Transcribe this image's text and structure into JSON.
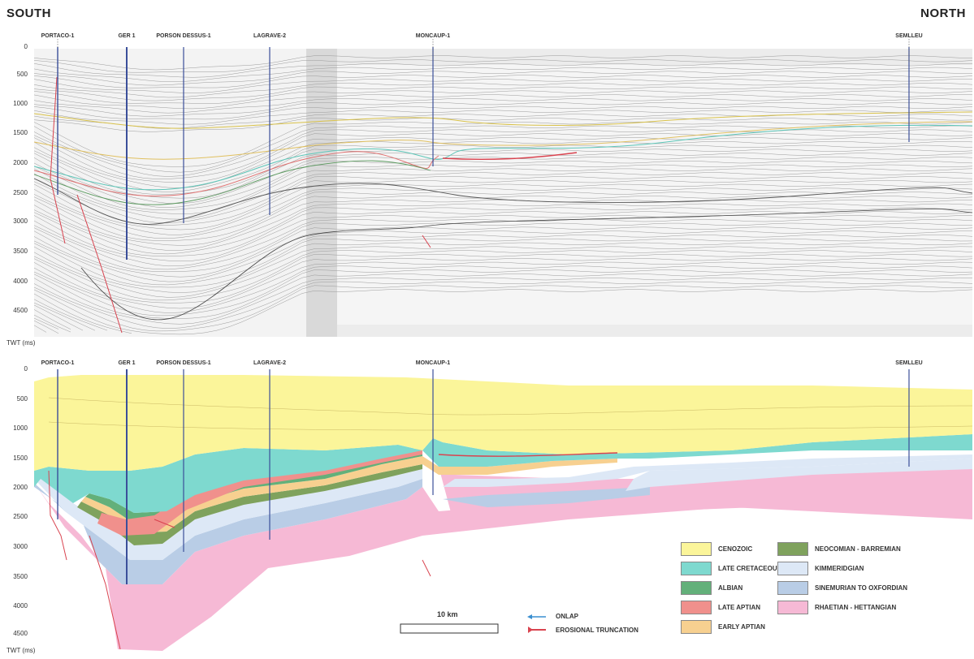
{
  "titles": {
    "left": "SOUTH",
    "right": "NORTH"
  },
  "wells": [
    "PORTACO-1",
    "GER 1",
    "PORSON DESSUS-1",
    "LAGRAVE-2",
    "MONCAUP-1",
    "SEMLLEU"
  ],
  "top_wells": [
    "PORTACO-1",
    "GER 1",
    "PORSON DESSUS-1",
    "LAGRAVE-2",
    "MONCAUP-1",
    "SEMLLEU"
  ],
  "top_ticks": [
    "0",
    "500",
    "1000",
    "1500",
    "2000",
    "2500",
    "3000",
    "3500",
    "4000",
    "4500"
  ],
  "bottom_ticks": [
    "0",
    "500",
    "1000",
    "1500",
    "2000",
    "2500",
    "3000",
    "3500",
    "4000",
    "4500"
  ],
  "axis_label_top": "TWT (ms)",
  "axis_label_bottom": "TWT (ms)",
  "scale_label": "10 km",
  "symbols": {
    "onlap": "ONLAP",
    "truncation": "EROSIONAL TRUNCATION"
  },
  "legend": [
    {
      "label": "CENOZOIC",
      "color": "#fbf59a"
    },
    {
      "label": "LATE CRETACEOUS",
      "color": "#7ed9cf"
    },
    {
      "label": "ALBIAN",
      "color": "#63b07a"
    },
    {
      "label": "LATE APTIAN",
      "color": "#f0908c"
    },
    {
      "label": "EARLY APTIAN",
      "color": "#f7d090"
    },
    {
      "label": "NEOCOMIAN - BARREMIAN",
      "color": "#7fa25d"
    },
    {
      "label": "KIMMERIDGIAN",
      "color": "#dde8f6"
    },
    {
      "label": "SINEMURIAN TO OXFORDIAN",
      "color": "#b9cde6"
    },
    {
      "label": "RHAETIAN - HETTANGIAN",
      "color": "#f6b9d5"
    }
  ]
}
